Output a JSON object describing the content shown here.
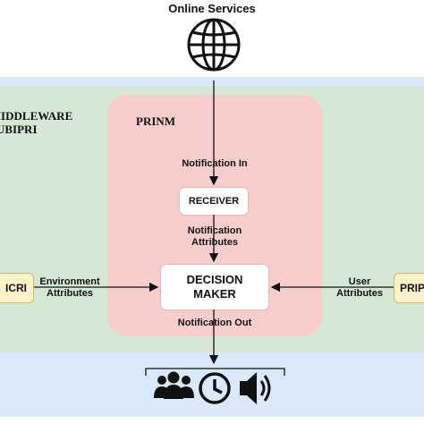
{
  "top": {
    "title": "Online Services"
  },
  "middleware": {
    "title": "IIDDLEWARE\nUBIPRI"
  },
  "prinm": {
    "title": "PRINM"
  },
  "receiver": {
    "label": "RECEIVER"
  },
  "decision_maker": {
    "label_line1": "DECISION",
    "label_line2": "MAKER"
  },
  "side_boxes": {
    "left": "ICRI",
    "right": "PRIP"
  },
  "edges": {
    "notification_in": "Notification In",
    "notification_attributes": "Notification\nAttributes",
    "environment_attributes": "Environment\nAttributes",
    "user_attributes": "User\nAttributes",
    "notification_out": "Notification Out"
  },
  "icons": [
    "globe-icon",
    "group-icon",
    "clock-icon",
    "speaker-icon"
  ],
  "colors": {
    "outer_band": "#dae8fc",
    "middleware_band": "#d5e8d4",
    "prinm_box": "#f8cecc",
    "side_box_fill": "#fff2cc",
    "side_box_border": "#d6b656"
  }
}
